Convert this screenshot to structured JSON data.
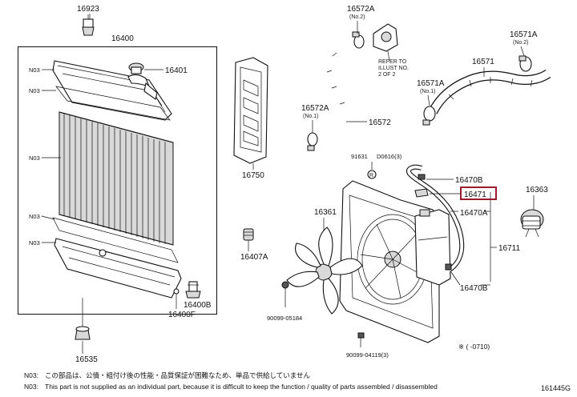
{
  "labels": {
    "p16923": "16923",
    "p16400": "16400",
    "p16401": "16401",
    "n03_a": "N03",
    "n03_b": "N03",
    "n03_c": "N03",
    "n03_d": "N03",
    "n03_e": "N03",
    "p16750": "16750",
    "p16407a": "16407A",
    "p16400b": "16400B",
    "p16400f": "16400F",
    "p16535": "16535",
    "p16572a_top": "16572A",
    "p16572a_top_note": "(No.2)",
    "refer_1": "REFER TO",
    "refer_2": "ILLUST NO.",
    "refer_3": "2 OF 2",
    "p16571a_top": "16571A",
    "p16571a_top_note": "(No.2)",
    "p16571": "16571",
    "p16571a_mid": "16571A",
    "p16571a_mid_note": "(No.1)",
    "p16572a_mid": "16572A",
    "p16572a_mid_note": "(No.1)",
    "p16572": "16572",
    "p91631": "91631",
    "pd0616": "D0616(3)",
    "p16470b_top": "16470B",
    "p16471": "16471",
    "p16363": "16363",
    "p16361": "16361",
    "p16470a": "16470A",
    "p16711": "16711",
    "p16470b_bot": "16470B",
    "p90099_05184": "90099-05184",
    "p90099_04119": "90099-04119(3)"
  },
  "date_code": "※ (  -0710)",
  "notes": [
    {
      "key": "N03:",
      "text": "この部品は、公債・組付け後の性能・品質保証が困難なため、単品で供給していません"
    },
    {
      "key": "N03:",
      "text": "This part is not supplied as an individual part, because it is difficult to keep the function / quality of parts assembled / disassembled"
    }
  ],
  "image_code": "161445G",
  "colors": {
    "highlight": "#9b1b2e",
    "line": "#111111"
  },
  "highlighted_part": "16471"
}
